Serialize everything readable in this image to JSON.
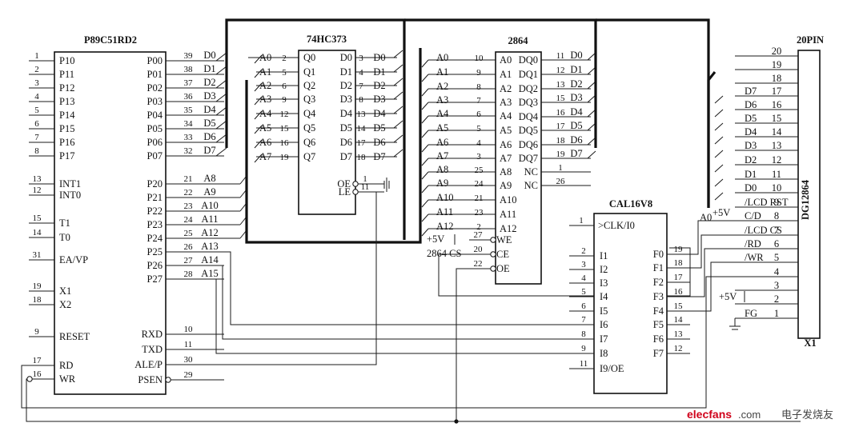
{
  "chips": {
    "mcu": {
      "title": "P89C51RD2",
      "left": [
        [
          "1",
          "P10"
        ],
        [
          "2",
          "P11"
        ],
        [
          "3",
          "P12"
        ],
        [
          "4",
          "P13"
        ],
        [
          "5",
          "P14"
        ],
        [
          "6",
          "P15"
        ],
        [
          "7",
          "P16"
        ],
        [
          "8",
          "P17"
        ],
        [
          "13",
          "INT1"
        ],
        [
          "12",
          "INT0"
        ],
        [
          "15",
          "T1"
        ],
        [
          "14",
          "T0"
        ],
        [
          "31",
          "EA/VP"
        ],
        [
          "19",
          "X1"
        ],
        [
          "18",
          "X2"
        ],
        [
          "9",
          "RESET"
        ],
        [
          "17",
          "RD"
        ],
        [
          "16",
          "WR"
        ]
      ],
      "right": [
        [
          "39",
          "P00",
          "D0"
        ],
        [
          "38",
          "P01",
          "D1"
        ],
        [
          "37",
          "P02",
          "D2"
        ],
        [
          "36",
          "P03",
          "D3"
        ],
        [
          "35",
          "P04",
          "D4"
        ],
        [
          "34",
          "P05",
          "D5"
        ],
        [
          "33",
          "P06",
          "D6"
        ],
        [
          "32",
          "P07",
          "D7"
        ],
        [
          "21",
          "P20",
          "A8"
        ],
        [
          "22",
          "P21",
          "A9"
        ],
        [
          "23",
          "P22",
          "A10"
        ],
        [
          "24",
          "P23",
          "A11"
        ],
        [
          "25",
          "P24",
          "A12"
        ],
        [
          "26",
          "P25",
          "A13"
        ],
        [
          "27",
          "P26",
          "A14"
        ],
        [
          "28",
          "P27",
          "A15"
        ],
        [
          "10",
          "RXD",
          ""
        ],
        [
          "11",
          "TXD",
          ""
        ],
        [
          "30",
          "ALE/P",
          ""
        ],
        [
          "29",
          "PSEN",
          ""
        ]
      ]
    },
    "latch": {
      "title": "74HC373",
      "left": [
        [
          "A0",
          "2",
          "Q0"
        ],
        [
          "A1",
          "5",
          "Q1"
        ],
        [
          "A2",
          "6",
          "Q2"
        ],
        [
          "A3",
          "9",
          "Q3"
        ],
        [
          "A4",
          "12",
          "Q4"
        ],
        [
          "A5",
          "15",
          "Q5"
        ],
        [
          "A6",
          "16",
          "Q6"
        ],
        [
          "A7",
          "19",
          "Q7"
        ]
      ],
      "right": [
        [
          "D0",
          "3",
          "D0"
        ],
        [
          "D1",
          "4",
          "D1"
        ],
        [
          "D2",
          "7",
          "D2"
        ],
        [
          "D3",
          "8",
          "D3"
        ],
        [
          "D4",
          "13",
          "D4"
        ],
        [
          "D5",
          "14",
          "D5"
        ],
        [
          "D6",
          "17",
          "D6"
        ],
        [
          "D7",
          "18",
          "D7"
        ]
      ],
      "ctrl": [
        [
          "OE",
          "1"
        ],
        [
          "LE",
          "11"
        ]
      ]
    },
    "eeprom": {
      "title": "2864",
      "left": [
        [
          "A0",
          "10"
        ],
        [
          "A1",
          "9"
        ],
        [
          "A2",
          "8"
        ],
        [
          "A3",
          "7"
        ],
        [
          "A4",
          "6"
        ],
        [
          "A5",
          "5"
        ],
        [
          "A6",
          "4"
        ],
        [
          "A7",
          "3"
        ],
        [
          "A8",
          "25"
        ],
        [
          "A9",
          "24"
        ],
        [
          "A10",
          "21"
        ],
        [
          "A11",
          "23"
        ],
        [
          "A12",
          "2"
        ]
      ],
      "right": [
        [
          "DQ0",
          "11",
          "D0"
        ],
        [
          "DQ1",
          "12",
          "D1"
        ],
        [
          "DQ2",
          "13",
          "D2"
        ],
        [
          "DQ3",
          "15",
          "D3"
        ],
        [
          "DQ4",
          "16",
          "D4"
        ],
        [
          "DQ5",
          "17",
          "D5"
        ],
        [
          "DQ6",
          "18",
          "D6"
        ],
        [
          "DQ7",
          "19",
          "D7"
        ],
        [
          "NC",
          "1",
          ""
        ],
        [
          "NC",
          "26",
          ""
        ]
      ],
      "ctrl": [
        [
          "WE",
          "27"
        ],
        [
          "CE",
          "20"
        ],
        [
          "OE",
          "22"
        ]
      ],
      "ctrl_notes": [
        "+5V",
        "2864 CS"
      ]
    },
    "pld": {
      "title": "CAL16V8",
      "clk": [
        "1",
        ">CLK/I0"
      ],
      "inputs": [
        [
          "2",
          "I1"
        ],
        [
          "3",
          "I2"
        ],
        [
          "4",
          "I3"
        ],
        [
          "5",
          "I4"
        ],
        [
          "6",
          "I5"
        ],
        [
          "7",
          "I6"
        ],
        [
          "8",
          "I7"
        ],
        [
          "9",
          "I8"
        ],
        [
          "11",
          "I9/OE"
        ]
      ],
      "outputs": [
        [
          "F0",
          "19"
        ],
        [
          "F1",
          "18"
        ],
        [
          "F2",
          "17"
        ],
        [
          "F3",
          "16"
        ],
        [
          "F4",
          "15"
        ],
        [
          "F5",
          "14"
        ],
        [
          "F6",
          "13"
        ],
        [
          "F7",
          "12"
        ]
      ]
    },
    "lcd": {
      "title": "20PIN",
      "part": "DG12864",
      "ref": "X1",
      "pins": [
        [
          "",
          "20"
        ],
        [
          "",
          "19"
        ],
        [
          "",
          "18"
        ],
        [
          "D7",
          "17"
        ],
        [
          "D6",
          "16"
        ],
        [
          "D5",
          "15"
        ],
        [
          "D4",
          "14"
        ],
        [
          "D3",
          "13"
        ],
        [
          "D2",
          "12"
        ],
        [
          "D1",
          "11"
        ],
        [
          "D0",
          "10"
        ],
        [
          "/LCD RST",
          "9"
        ],
        [
          "C/D",
          "8"
        ],
        [
          "/LCD CS",
          "7"
        ],
        [
          "/RD",
          "6"
        ],
        [
          "/WR",
          "5"
        ],
        [
          "",
          "4"
        ],
        [
          "",
          "3"
        ],
        [
          "",
          "2"
        ],
        [
          "FG",
          "1"
        ]
      ],
      "notes": [
        "A0",
        "+5V",
        "+5V"
      ]
    }
  },
  "watermark": {
    "site": "elecfans",
    "domain": ".com",
    "cn": "电子发烧友"
  }
}
